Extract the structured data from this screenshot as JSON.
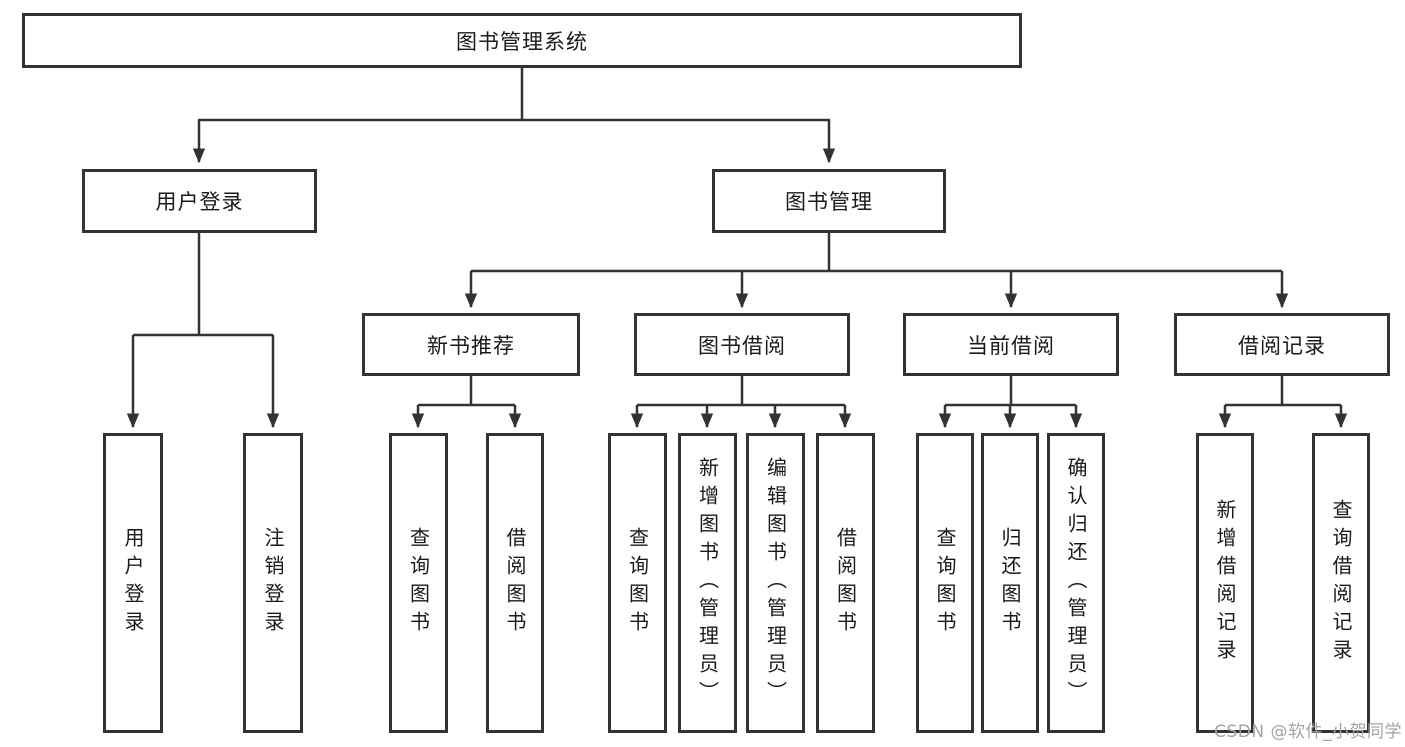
{
  "diagram": {
    "root": {
      "label": "图书管理系统"
    },
    "branches": [
      {
        "label": "用户登录",
        "children": [
          {
            "label": "用户登录"
          },
          {
            "label": "注销登录"
          }
        ]
      },
      {
        "label": "图书管理",
        "groups": [
          {
            "label": "新书推荐",
            "children": [
              {
                "label": "查询图书"
              },
              {
                "label": "借阅图书"
              }
            ]
          },
          {
            "label": "图书借阅",
            "children": [
              {
                "label": "查询图书"
              },
              {
                "label": "新增图书（管理员）"
              },
              {
                "label": "编辑图书（管理员）"
              },
              {
                "label": "借阅图书"
              }
            ]
          },
          {
            "label": "当前借阅",
            "children": [
              {
                "label": "查询图书"
              },
              {
                "label": "归还图书"
              },
              {
                "label": "确认归还（管理员）"
              }
            ]
          },
          {
            "label": "借阅记录",
            "children": [
              {
                "label": "新增借阅记录"
              },
              {
                "label": "查询借阅记录"
              }
            ]
          }
        ]
      }
    ]
  },
  "watermark": {
    "text": "CSDN @软件_小贺同学"
  },
  "colors": {
    "line": "#333333",
    "box_border": "#333333",
    "box_fill": "#ffffff",
    "text": "#1a1a1a",
    "watermark": "#a3a3a3",
    "background": "#ffffff"
  }
}
